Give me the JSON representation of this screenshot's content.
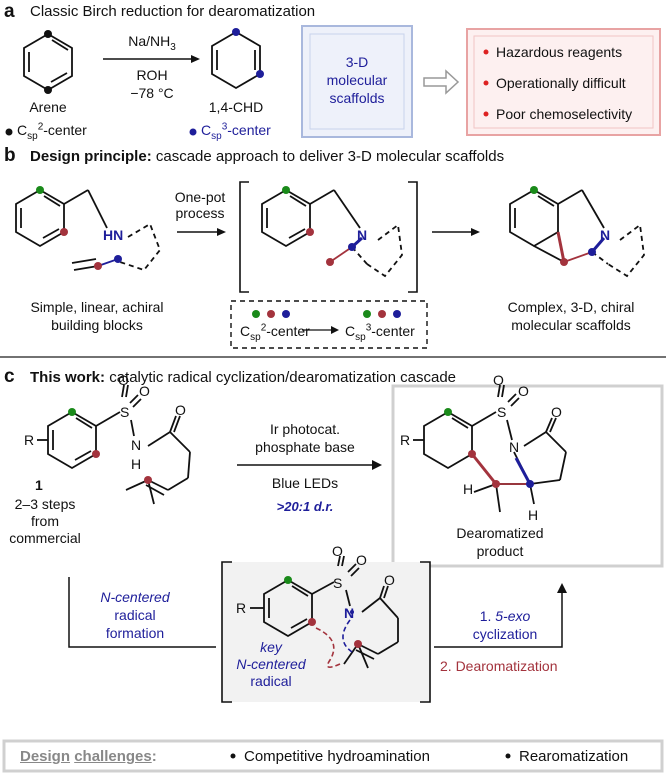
{
  "section_a": {
    "letter": "a",
    "title": "Classic Birch reduction for dearomatization",
    "reagent_top": "Na/NH",
    "reagent_top_sub": "3",
    "reagent_bottom_1": "ROH",
    "reagent_bottom_2": "−78 °C",
    "arene_label": "Arene",
    "chd_label": "1,4-CHD",
    "sp2_prefix": "C",
    "sp2_sub": "sp",
    "sp2_sup": "2",
    "sp2_suffix": "-center",
    "sp3_prefix": "C",
    "sp3_sub": "sp",
    "sp3_sup": "3",
    "sp3_suffix": "-center",
    "box_text": [
      "3-D",
      "molecular",
      "scaffolds"
    ],
    "drawbacks": [
      "Hazardous reagents",
      "Operationally difficult",
      "Poor chemoselectivity"
    ]
  },
  "section_b": {
    "letter": "b",
    "title_bold": "Design principle:",
    "title_rest": "cascade approach to deliver 3-D molecular scaffolds",
    "arrow_label": [
      "One-pot",
      "process"
    ],
    "hn_label": "HN",
    "n_label": "N",
    "left_caption": [
      "Simple, linear, achiral",
      "building blocks"
    ],
    "right_caption": [
      "Complex, 3-D, chiral",
      "molecular scaffolds"
    ],
    "legend_left_prefix": "C",
    "legend_left_sub": "sp",
    "legend_left_sup": "2",
    "legend_left_suffix": "-center",
    "legend_right_prefix": "C",
    "legend_right_sub": "sp",
    "legend_right_sup": "3",
    "legend_right_suffix": "-center"
  },
  "section_c": {
    "letter": "c",
    "title_bold": "This work:",
    "title_rest": "catalytic radical cyclization/dearomatization cascade",
    "conditions": [
      "Ir photocat.",
      "phosphate base",
      "Blue LEDs"
    ],
    "dr": ">20:1 d.r.",
    "compound_number": "1",
    "compound_note": [
      "2–3 steps",
      "from",
      "commercial"
    ],
    "product_label": [
      "Dearomatized",
      "product"
    ],
    "left_step": [
      "N-centered",
      "radical",
      "formation"
    ],
    "right_step_1_num": "1.",
    "right_step_1_italic": "5-exo",
    "right_step_1_rest": "cyclization",
    "right_step_2": "2. Dearomatization",
    "radical_label": [
      "key",
      "N-centered",
      "radical"
    ],
    "atoms": {
      "R": "R",
      "S": "S",
      "O": "O",
      "N": "N",
      "H": "H"
    }
  },
  "footer": {
    "label_1": "Design",
    "label_2": "challenges",
    "colon": ":",
    "items": [
      "Competitive hydroamination",
      "Rearomatization"
    ]
  },
  "colors": {
    "green": "#1a8a1a",
    "red": "#a3333d",
    "blue": "#1e1e9a",
    "black": "#111111",
    "scaffold_box_border": "#a9b8dd",
    "scaffold_box_fill": "#eef1fa",
    "drawback_box_border": "#e8a3a3",
    "drawback_box_fill": "#fdf0f0",
    "radical_box_fill": "#f2f2f2",
    "product_box_border": "#d0d0d0"
  }
}
